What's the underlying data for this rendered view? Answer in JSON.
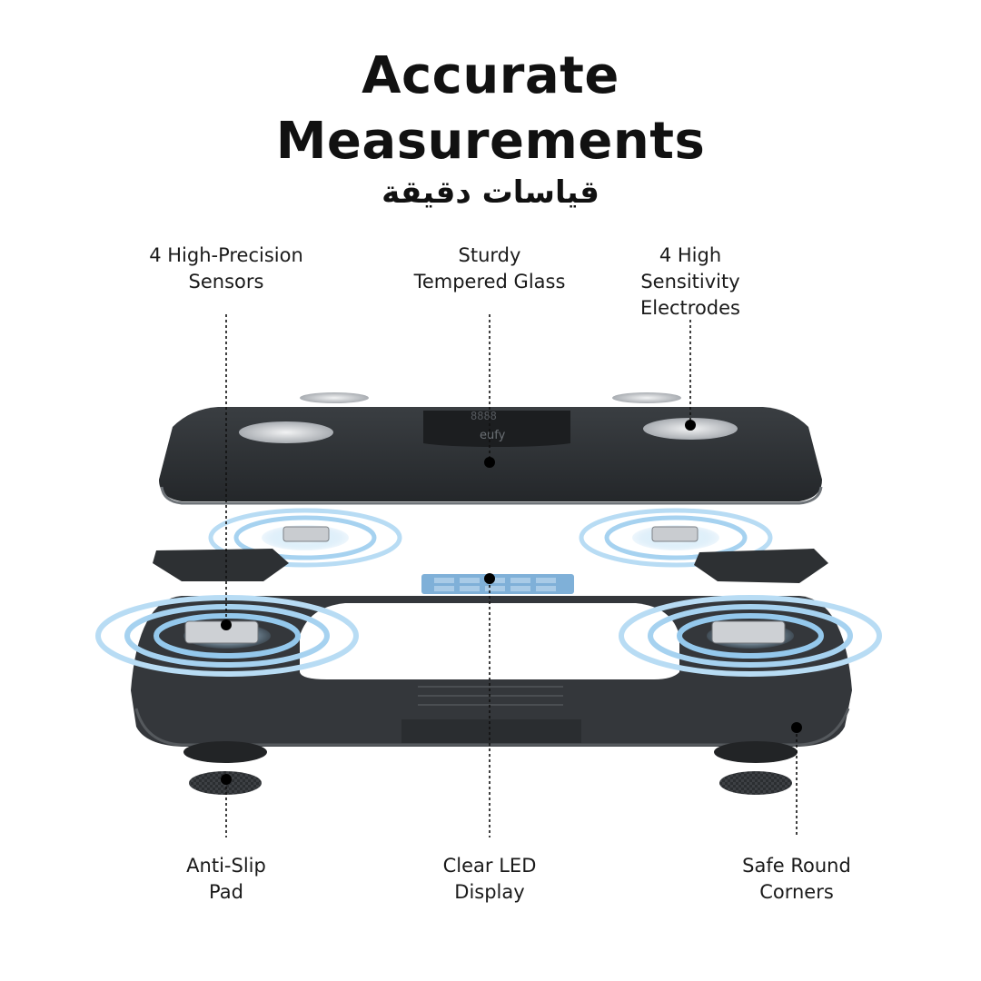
{
  "heading": {
    "line1": "Accurate",
    "line2": "Measurements",
    "arabic": "قياسات دقيقة"
  },
  "callouts": {
    "sensors": [
      "4 High-Precision",
      "Sensors"
    ],
    "glass": [
      "Sturdy",
      "Tempered Glass"
    ],
    "electrodes": [
      "4 High",
      "Sensitivity",
      "Electrodes"
    ],
    "pad": [
      "Anti-Slip",
      "Pad"
    ],
    "display": [
      "Clear LED",
      "Display"
    ],
    "corners": [
      "Safe Round",
      "Corners"
    ]
  },
  "product": {
    "brand": "eufy"
  },
  "colors": {
    "glass": "#2f3336",
    "frame": "#3b3e42",
    "sensor_glow": "#8fc6ec",
    "electrode": "#cfd2d6"
  }
}
